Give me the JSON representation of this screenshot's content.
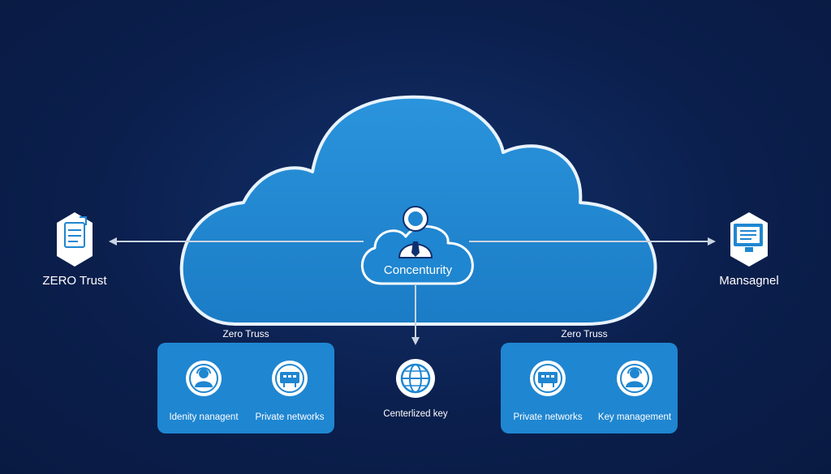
{
  "colors": {
    "background": "#0b1f4d",
    "cloud_fill": "#1f86d1",
    "cloud_stroke": "#e8f3ff",
    "panel_fill": "#1f86d1",
    "line": "#b9c6d8",
    "text_light": "#ffffff"
  },
  "center": {
    "label": "Concenturity",
    "icon": "user-tie-icon"
  },
  "left_node": {
    "label": "ZERO Trust",
    "icon": "document-icon"
  },
  "right_node": {
    "label": "Mansagnel",
    "icon": "monitor-document-icon"
  },
  "bottom_center": {
    "label": "Centerlized key",
    "icon": "globe-shield-icon"
  },
  "left_panel": {
    "title": "Zero Truss",
    "items": [
      {
        "label": "Idenity nanagent",
        "icon": "user-headset-icon"
      },
      {
        "label": "Private networks",
        "icon": "router-icon"
      }
    ]
  },
  "right_panel": {
    "title": "Zero Truss",
    "items": [
      {
        "label": "Private networks",
        "icon": "router-icon"
      },
      {
        "label": "Key management",
        "icon": "user-headset-icon"
      }
    ]
  }
}
